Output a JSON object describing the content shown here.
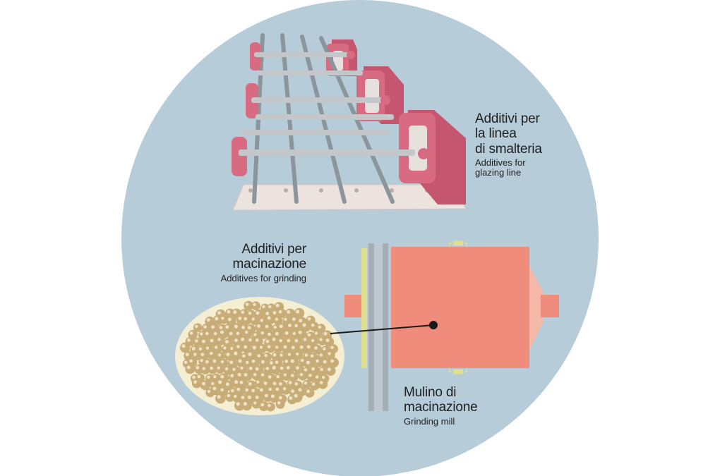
{
  "colors": {
    "background_circle": "#b6ccd9",
    "roller_frame": "#d86a82",
    "rails": "#8c959b",
    "base_plate": "#ece3df",
    "mill_body": "#ef8c7c",
    "mill_cone": "#f5b9a9",
    "flange": "#e2de8f",
    "beads_fill": "#f4efd3",
    "bead": "#c8ac78"
  },
  "labels": {
    "glazing": {
      "it": [
        "Additivi per",
        "la linea",
        "di smalteria"
      ],
      "en": [
        "Additives for",
        "glazing line"
      ]
    },
    "grinding": {
      "it": [
        "Additivi per",
        "macinazione"
      ],
      "en": [
        "Additives for grinding"
      ]
    },
    "mill": {
      "it": [
        "Mulino di",
        "macinazione"
      ],
      "en": [
        "Grinding mill"
      ]
    }
  }
}
